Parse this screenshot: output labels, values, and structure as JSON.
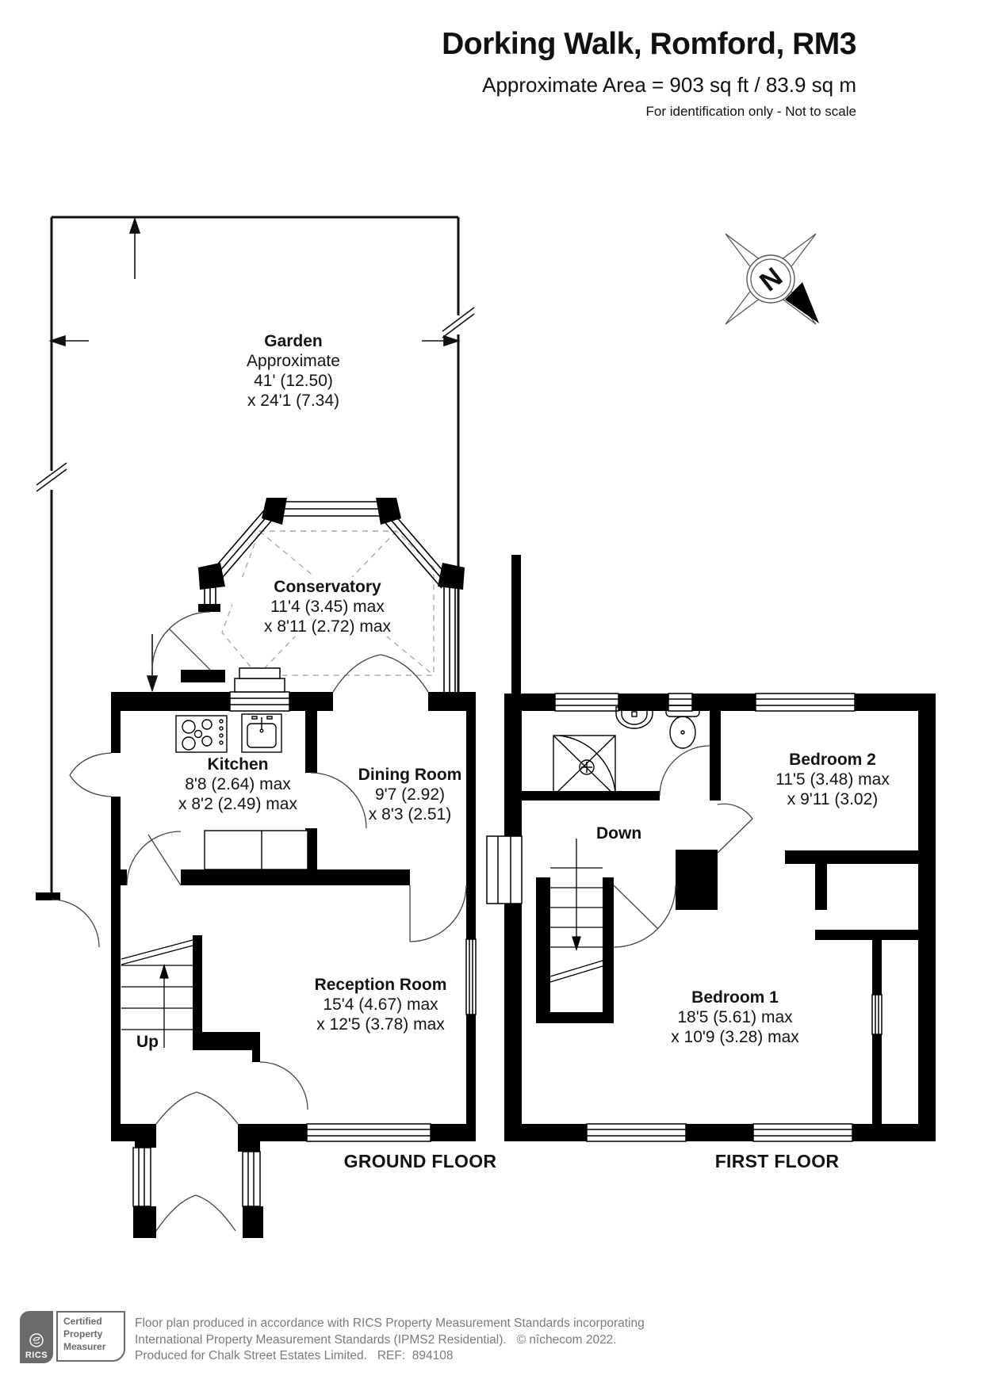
{
  "header": {
    "title": "Dorking Walk, Romford, RM3",
    "area_line": "Approximate Area = 903 sq ft / 83.9 sq m",
    "disclaimer": "For identification only - Not to scale"
  },
  "compass": {
    "label": "N"
  },
  "garden": {
    "name": "Garden",
    "line2": "Approximate",
    "line3": "41' (12.50)",
    "line4": "x 24'1 (7.34)"
  },
  "floors": {
    "ground": {
      "label": "GROUND FLOOR",
      "stair_label": "Up",
      "rooms": {
        "conservatory": {
          "name": "Conservatory",
          "dim1": "11'4 (3.45) max",
          "dim2": "x 8'11 (2.72) max"
        },
        "kitchen": {
          "name": "Kitchen",
          "dim1": "8'8 (2.64) max",
          "dim2": "x 8'2 (2.49) max"
        },
        "dining": {
          "name": "Dining Room",
          "dim1": "9'7 (2.92)",
          "dim2": "x 8'3 (2.51)"
        },
        "reception": {
          "name": "Reception Room",
          "dim1": "15'4 (4.67) max",
          "dim2": "x 12'5 (3.78) max"
        }
      }
    },
    "first": {
      "label": "FIRST FLOOR",
      "stair_label": "Down",
      "rooms": {
        "bedroom2": {
          "name": "Bedroom 2",
          "dim1": "11'5 (3.48) max",
          "dim2": "x 9'11 (3.02)"
        },
        "bedroom1": {
          "name": "Bedroom 1",
          "dim1": "18'5 (5.61) max",
          "dim2": "x 10'9 (3.28) max"
        }
      }
    }
  },
  "footer": {
    "badge": {
      "org": "RICS",
      "cert1": "Certified",
      "cert2": "Property",
      "cert3": "Measurer"
    },
    "line1": "Floor plan produced in accordance with RICS Property Measurement Standards incorporating",
    "line2": "International Property Measurement Standards (IPMS2 Residential).   © nîchecom 2022.",
    "line3": "Produced for Chalk Street Estates Limited.   REF:  894108"
  },
  "colors": {
    "wall": "#000000",
    "arc": "#444444",
    "dash": "#aaaaaa",
    "footer_gray": "#7b7b7b",
    "badge_gray": "#6a6a6a"
  }
}
